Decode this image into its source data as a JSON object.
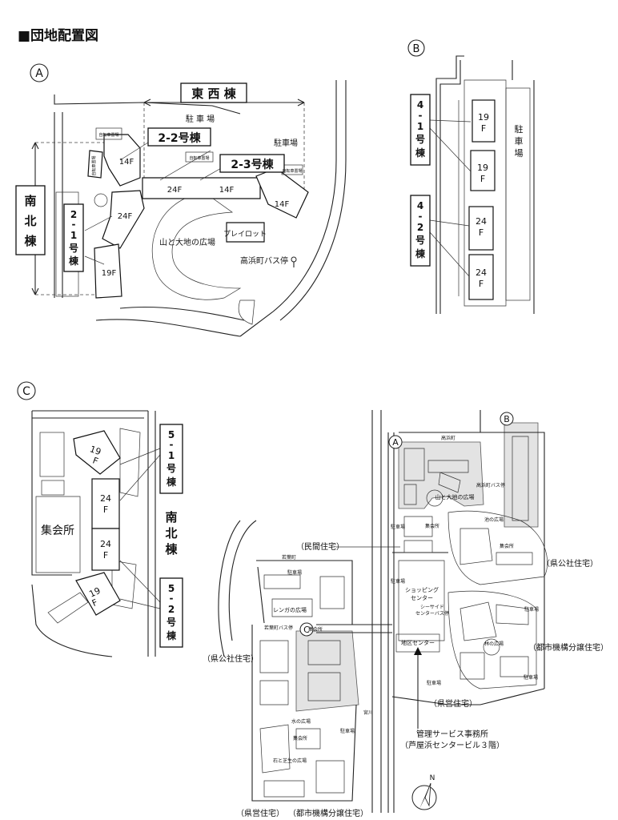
{
  "title": "■団地配置図",
  "panel_a": {
    "letter": "A",
    "east_west": "東 西 棟",
    "north_south": [
      "南",
      "北",
      "棟"
    ],
    "b21": [
      "2",
      "-",
      "1",
      "号",
      "棟"
    ],
    "b22": "2-2号棟",
    "b23": "2-3号棟",
    "parking_1": "駐 車 場",
    "parking_2": "駐車場",
    "bike_1": "自転車置場",
    "bike_2": "自転車置場",
    "bike_3": "自転車置場",
    "bike_4": "自転車置場",
    "floors": [
      "14F",
      "24F",
      "14F",
      "14F",
      "24F",
      "19F"
    ],
    "plaza": "山と大地の広場",
    "playlot": "プレイロット",
    "bus_stop": "高浜町バス停"
  },
  "panel_b": {
    "letter": "B",
    "b41": [
      "4",
      "-",
      "1",
      "号",
      "棟"
    ],
    "b42": [
      "4",
      "-",
      "2",
      "号",
      "棟"
    ],
    "parking": [
      "駐",
      "車",
      "場"
    ],
    "floors": [
      [
        "19",
        "F"
      ],
      [
        "19",
        "F"
      ],
      [
        "24",
        "F"
      ],
      [
        "24",
        "F"
      ]
    ]
  },
  "panel_c": {
    "letter": "C",
    "b51": [
      "5",
      "-",
      "1",
      "号",
      "棟"
    ],
    "b52": [
      "5",
      "-",
      "2",
      "号",
      "棟"
    ],
    "north_south": [
      "南",
      "北",
      "棟"
    ],
    "assembly": "集会所",
    "floors": [
      [
        "19",
        "F"
      ],
      [
        "24",
        "F"
      ],
      [
        "24",
        "F"
      ],
      [
        "19",
        "F"
      ]
    ]
  },
  "overview": {
    "labels": {
      "min_kan": "（民間住宅）",
      "ken_kousha_1": "（県公社住宅）",
      "ken_kousha_2": "（県公社住宅）",
      "toshi_1": "（都市機構分譲住宅）",
      "toshi_2": "（都市機構分譲住宅）",
      "ken_ei_1": "（県営住宅）",
      "ken_ei_2": "（県営住宅）"
    },
    "small": {
      "takahama_cho": "高浜町",
      "takahama_bus": "高浜町バス停",
      "yama": "山と大地の広場",
      "ike": "池の広場",
      "shukaisho_1": "集会所",
      "shukaisho_2": "集会所",
      "shukaisho_3": "集会所",
      "shukaisho_4": "集会所",
      "chushajo_1": "駐車場",
      "chushajo_2": "駐車場",
      "chushajo_3": "駐車場",
      "chushajo_4": "駐車場",
      "chushajo_5": "駐車場",
      "chushajo_6": "駐車場",
      "chushajo_7": "駐車場",
      "shopping_1": "ショッピング",
      "shopping_2": "センター",
      "seaside_1": "シーサイド",
      "seaside_2": "センターバス停",
      "chiiki": "地区センター",
      "hayashi": "林の広場",
      "renga": "レンガの広場",
      "wakaba": "若葉町",
      "wakaba_bus": "若葉町バス停",
      "mizu": "水の広場",
      "ishi": "石と芝生の広場",
      "miyagawa": "宮川"
    },
    "circles": [
      "A",
      "B",
      "C"
    ],
    "office_1": "管理サービス事務所",
    "office_2": "（芦屋浜センタービル３階）",
    "north": "N"
  }
}
